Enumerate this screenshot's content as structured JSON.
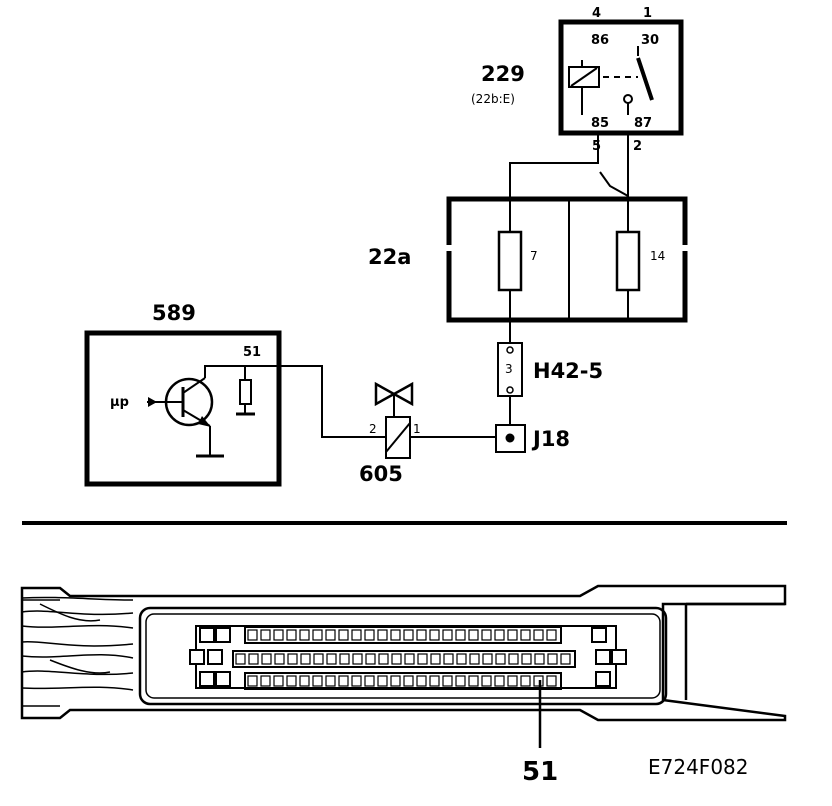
{
  "relay": {
    "ref": "229",
    "sub": "(22b:E)",
    "pin_top_left": "4",
    "pin_top_right": "1",
    "term_86": "86",
    "term_30": "30",
    "term_85": "85",
    "term_87": "87",
    "pin_bottom_left": "5",
    "pin_bottom_right": "2"
  },
  "fusebox": {
    "ref": "22a",
    "fuse_left": "7",
    "fuse_right": "14"
  },
  "connector_h42": {
    "ref": "H42-5",
    "pin": "3"
  },
  "junction_j18": {
    "ref": "J18"
  },
  "ecu": {
    "ref": "589",
    "input": "µp",
    "pin": "51"
  },
  "valve": {
    "ref": "605",
    "pin_left": "2",
    "pin_right": "1"
  },
  "bottom_connector": {
    "pin_callout": "51"
  },
  "figure_code": "E724F082"
}
